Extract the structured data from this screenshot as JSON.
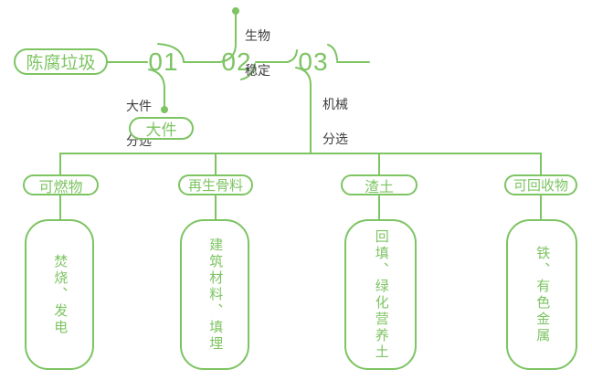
{
  "colors": {
    "accent_green": "#7dc462",
    "label_dark": "#3d3d3d",
    "background": "#ffffff"
  },
  "flow": {
    "source_label": "陈腐垃圾",
    "bulky_label": "大件",
    "steps": [
      {
        "num": "01",
        "label_line1": "大件",
        "label_line2": "分选"
      },
      {
        "num": "02",
        "label_line1": "生物",
        "label_line2": "稳定"
      },
      {
        "num": "03",
        "label_line1": "机械",
        "label_line2": "分选"
      }
    ]
  },
  "outputs": [
    {
      "category": "可燃物",
      "detail": "焚烧、发电"
    },
    {
      "category": "再生骨料",
      "detail": "建筑材料、填埋"
    },
    {
      "category": "渣土",
      "detail": "回填、绿化营养土"
    },
    {
      "category": "可回收物",
      "detail": "铁、有色金属"
    }
  ]
}
